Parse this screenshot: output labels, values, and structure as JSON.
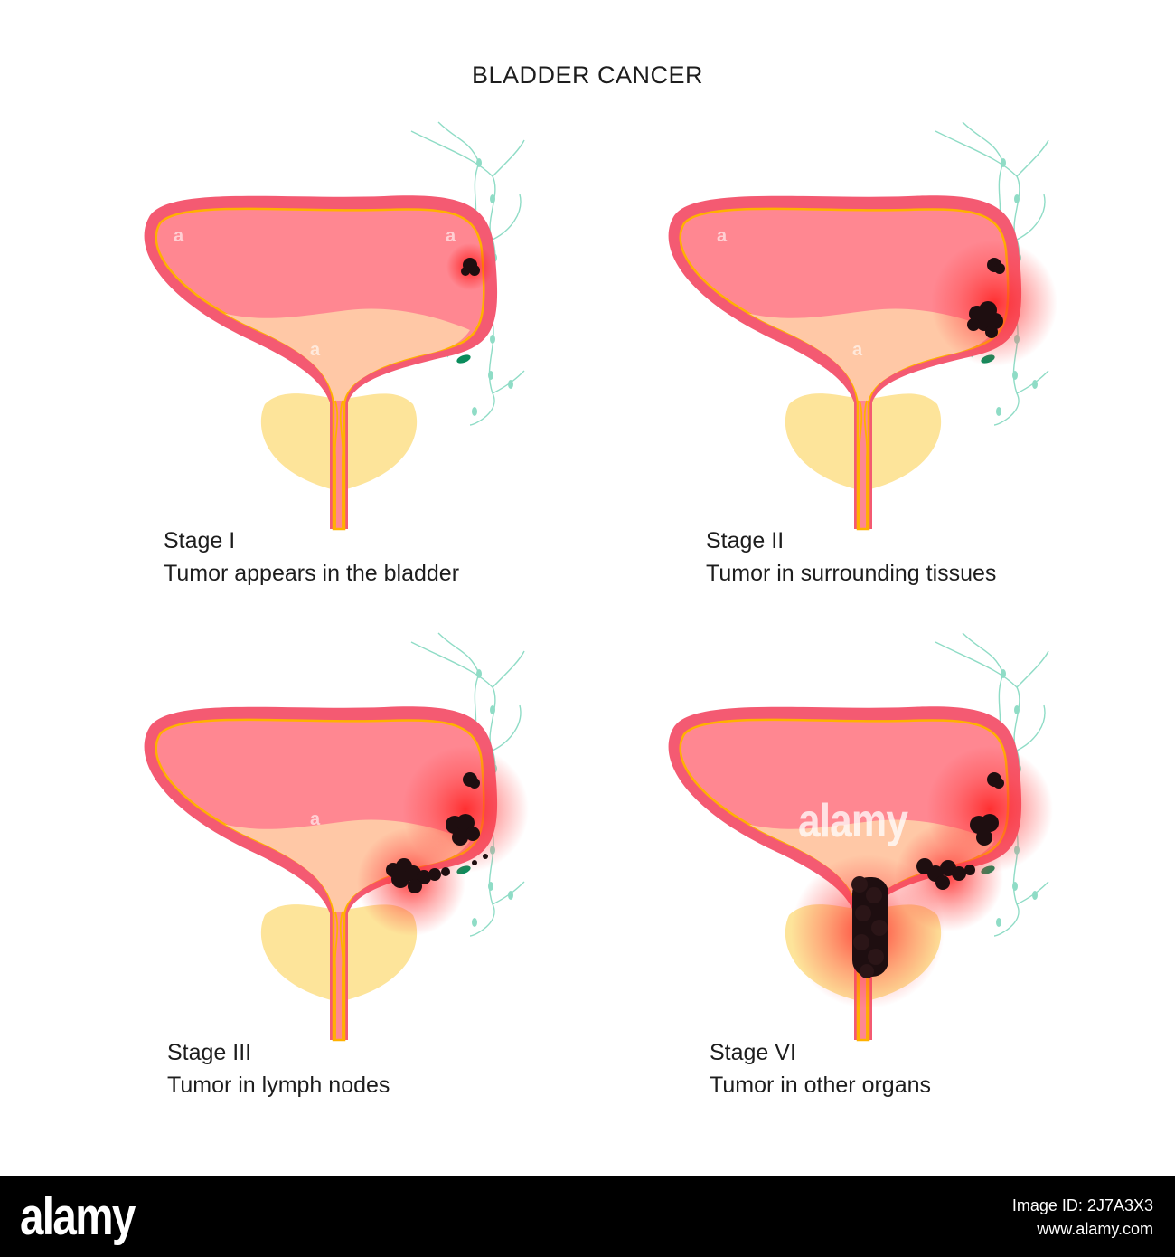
{
  "title": "BLADDER CANCER",
  "stages": [
    {
      "stage": "Stage I",
      "description": "Tumor appears in the bladder"
    },
    {
      "stage": "Stage II",
      "description": "Tumor in surrounding tissues"
    },
    {
      "stage": "Stage III",
      "description": "Tumor in lymph nodes"
    },
    {
      "stage": "Stage VI",
      "description": "Tumor in other organs"
    }
  ],
  "watermark": {
    "mark": "a",
    "center": "alamy"
  },
  "footer": {
    "logo": "alamy",
    "image_id_label": "Image ID: 2J7A3X3",
    "site": "www.alamy.com"
  },
  "colors": {
    "bladder_wall": "#f45a72",
    "bladder_inner": "#ff8791",
    "urethra_line": "#ffb100",
    "prostate": "#fde49a",
    "urine": "#ffc8a6",
    "lymph": "#8fdcc6",
    "tumor": "#1e0e10",
    "inflammation": "#ff2020"
  }
}
